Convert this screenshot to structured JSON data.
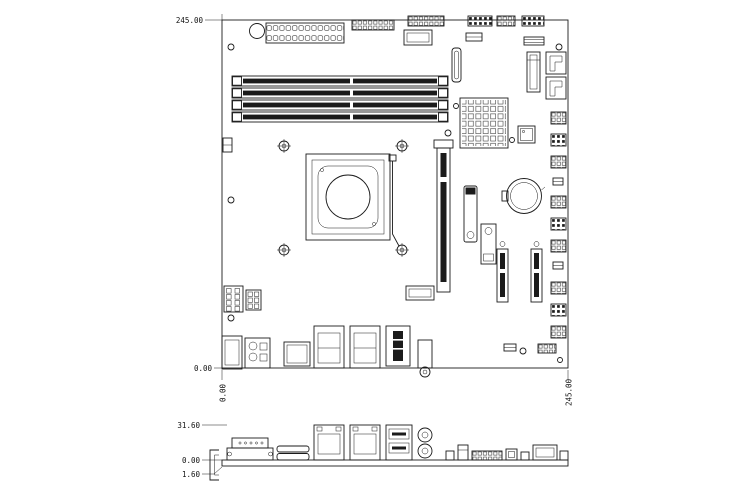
{
  "top_view": {
    "dim_top": "245.00",
    "dim_left_zero": "0.00",
    "dim_bottom_left_zero": "0.00",
    "dim_bottom_right": "245.00"
  },
  "side_view": {
    "dim_height": "31.60",
    "dim_zero": "0.00",
    "dim_thickness": "1.60"
  }
}
